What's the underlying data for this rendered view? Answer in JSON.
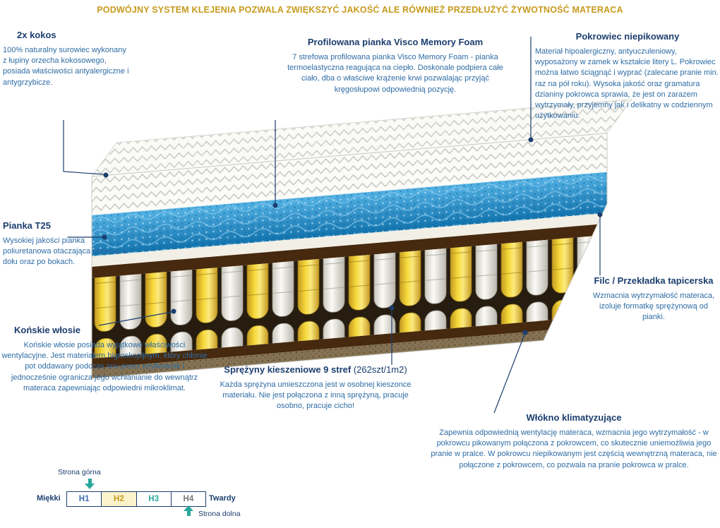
{
  "banner": "PODWÓJNY SYSTEM KLEJENIA POZWALA ZWIĘKSZYĆ JAKOŚĆ ALE RÓWNIEŻ PRZEDŁUŻYĆ ŻYWOTNOŚĆ MATERACA",
  "sections": {
    "kokos": {
      "title": "2x kokos",
      "body": "100% naturalny surowiec wykonany z łupiny orzecha kokosowego, posiada właściwości antyalergiczne i antygrzybicze."
    },
    "visco": {
      "title": "Profilowana pianka Visco Memory Foam",
      "body": "7 strefowa profilowana pianka Visco Memory Foam - pianka termoelastyczna reagująca na ciepło. Doskonale podpiera całe ciało, dba o właściwe krążenie krwi pozwalając przyjąć kręgosłupowi odpowiednią pozycję."
    },
    "pokrowiec": {
      "title": "Pokrowiec niepikowany",
      "body": "Materiał hipoalergiczny, antyuczuleniowy, wyposażony w zamek w kształcie litery L. Pokrowiec można łatwo ściągnąć i wyprać (zalecane pranie min. raz na pół roku). Wysoka jakość oraz gramatura dzianiny pokrowca sprawia, że jest on zarazem wytrzymały, przyjemny jak i delikatny w codziennym użytkowaniu."
    },
    "pianka_t25": {
      "title": "Pianka T25",
      "body": "Wysokiej jakości pianka poliuretanowa otaczająca materac z dołu oraz po bokach."
    },
    "konskie_wlosie": {
      "title": "Końskie włosie",
      "body": "Końskie włosie posiada wyjątkowe właściwości wentylacyjne. Jest materiałem higroskopijnym, który chłonie pot oddawany podczas snu przez użytkownik i jednocześnie ogranicza jego wchłanianie do wewnątrz materaca zapewniając odpowiedni mikroklimat."
    },
    "sprezyny": {
      "title": "Sprężyny kieszeniowe 9 stref",
      "suffix": "(262szt/1m2)",
      "body": "Każda sprężyna umieszczona jest w osobnej kieszonce materiału. Nie jest połączona z inną sprężyną, pracuje osobno, pracuje cicho!"
    },
    "wlokno": {
      "title": "Włókno klimatyzujące",
      "body": "Zapewnia odpowiednią wentylację materaca, wzmacnia jego wytrzymałość - w pokrowcu pikowanym połączona z pokrowcem, co skutecznie uniemożliwia jego pranie w pralce. W pokrowcu niepikowanym jest częścią wewnętrzną materaca, nie połączone z pokrowcem, co pozwala na pranie pokrowca w pralce."
    },
    "filc": {
      "title": "Filc / Przekładka tapicerska",
      "body": "Wzmacnia wytrzymałość materaca, izoluje formatkę sprężynową od pianki."
    }
  },
  "scale": {
    "top_label": "Strona górna",
    "bottom_label": "Strona dolna",
    "soft_label": "Miękki",
    "hard_label": "Twardy",
    "levels": [
      {
        "label": "H1",
        "color": "#3a6db0",
        "selected": false
      },
      {
        "label": "H2",
        "color": "#c79a1e",
        "selected": true
      },
      {
        "label": "H3",
        "color": "#2aa79b",
        "selected": false
      },
      {
        "label": "H4",
        "color": "#767676",
        "selected": false
      }
    ]
  },
  "colors": {
    "heading_navy": "#1c3e6e",
    "body_blue": "#2e6ca5",
    "banner_gold": "#c79a1e",
    "arrow_teal": "#2aa79b",
    "spring_yellow": "#f0d23a",
    "visco_blue": "#2b90cf",
    "coconut_brown": "#46290e"
  }
}
